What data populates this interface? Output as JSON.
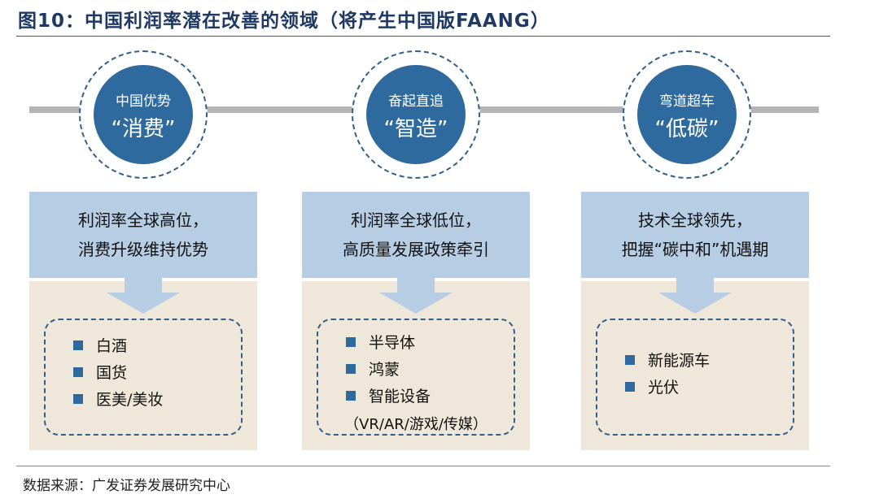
{
  "title": "图10：中国利润率潜在改善的领域（将产生中国版FAANG）",
  "source": "数据来源：广发证券发展研究中心",
  "pillars": [
    {
      "circle_sub": "中国优势",
      "circle_main": "“消费”",
      "blue_line1": "利润率全球高位，",
      "blue_line2": "消费升级维持优势",
      "items": [
        "白酒",
        "国货",
        "医美/美妆"
      ],
      "note": ""
    },
    {
      "circle_sub": "奋起直追",
      "circle_main": "“智造”",
      "blue_line1": "利润率全球低位，",
      "blue_line2": "高质量发展政策牵引",
      "items": [
        "半导体",
        "鸿蒙",
        "智能设备"
      ],
      "note": "（VR/AR/游戏/传媒）"
    },
    {
      "circle_sub": "弯道超车",
      "circle_main": "“低碳”",
      "blue_line1": "技术全球领先，",
      "blue_line2": "把握“碳中和”机遇期",
      "items": [
        "新能源车",
        "光伏"
      ],
      "note": ""
    }
  ],
  "colors": {
    "circle_fill": "#2e6a9e",
    "dashed_border": "#2f5f8d",
    "blue_box": "#b7cde4",
    "beige_box": "#efe7d9",
    "timeline": "#b5b5b5",
    "title": "#1f3864"
  }
}
